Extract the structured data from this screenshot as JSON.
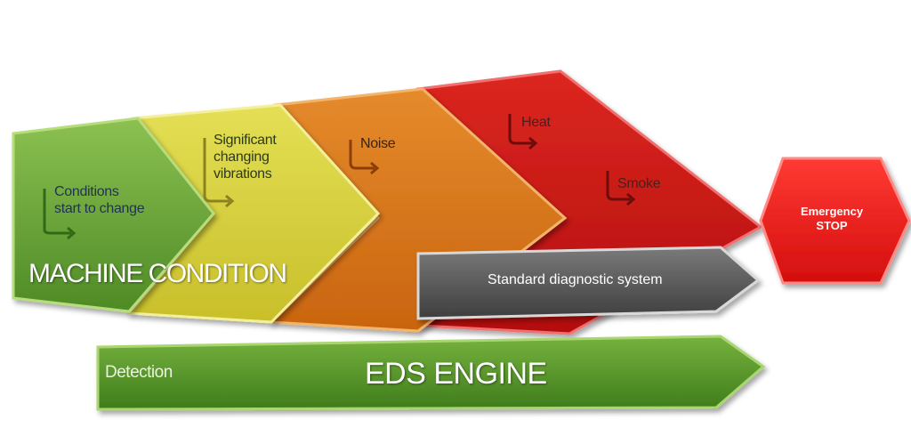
{
  "stages": [
    {
      "key": "green",
      "label": "Conditions start to change",
      "lines": [
        "Conditions",
        "start to change"
      ],
      "color": "#6aa53a"
    },
    {
      "key": "yellow",
      "label": "Significant changing vibrations",
      "lines": [
        "Significant",
        "changing",
        "vibrations"
      ],
      "color": "#d9d33b"
    },
    {
      "key": "orange",
      "label": "Noise",
      "lines": [
        "Noise"
      ],
      "color": "#d8781c"
    },
    {
      "key": "red",
      "items": [
        "Heat",
        "Smoke"
      ],
      "color": "#cf1a16"
    }
  ],
  "machine_condition": "MACHINE CONDITION",
  "standard_diagnostic": "Standard diagnostic system",
  "eds_bar": {
    "left_label": "Detection",
    "title": "EDS ENGINE"
  },
  "emergency_stop": {
    "line1": "Emergency",
    "line2": "STOP"
  },
  "colors": {
    "green": "#6aa53a",
    "yellow": "#d9d33b",
    "orange": "#d8781c",
    "red": "#cf1a16",
    "gray": "#5e5e5e",
    "eds_green": "#5b9a2c",
    "stop_red": "#ee1c1c"
  }
}
